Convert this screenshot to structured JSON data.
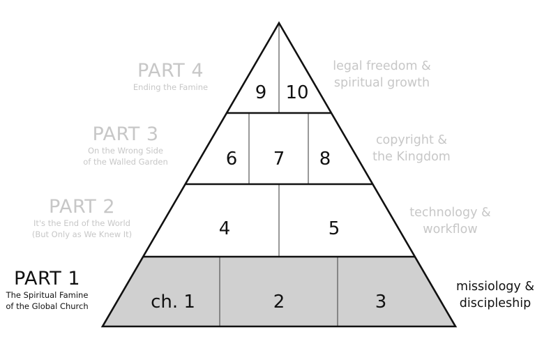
{
  "pyramid": {
    "tiers": [
      {
        "part_title": "PART 4",
        "part_subtitle": [
          "Ending the Famine"
        ],
        "theme": [
          "legal freedom &",
          "spiritual growth"
        ],
        "active": false,
        "cells": [
          "9",
          "10"
        ]
      },
      {
        "part_title": "PART 3",
        "part_subtitle": [
          "On the Wrong Side",
          "of the Walled Garden"
        ],
        "theme": [
          "copyright &",
          "the Kingdom"
        ],
        "active": false,
        "cells": [
          "6",
          "7",
          "8"
        ]
      },
      {
        "part_title": "PART 2",
        "part_subtitle": [
          "It's the End of the World",
          "(But Only as We Knew It)"
        ],
        "theme": [
          "technology &",
          "workflow"
        ],
        "active": false,
        "cells": [
          "4",
          "5"
        ]
      },
      {
        "part_title": "PART 1",
        "part_subtitle": [
          "The Spiritual Famine",
          "of the Global Church"
        ],
        "theme": [
          "missiology &",
          "discipleship"
        ],
        "active": true,
        "cells": [
          "ch. 1",
          "2",
          "3"
        ]
      }
    ],
    "colors": {
      "active_fill": "#d0d0d0",
      "inactive_fill": "#ffffff",
      "stroke": "#111111",
      "divider": "#555555",
      "faded_text": "#c7c7c7",
      "active_text": "#111111"
    }
  }
}
